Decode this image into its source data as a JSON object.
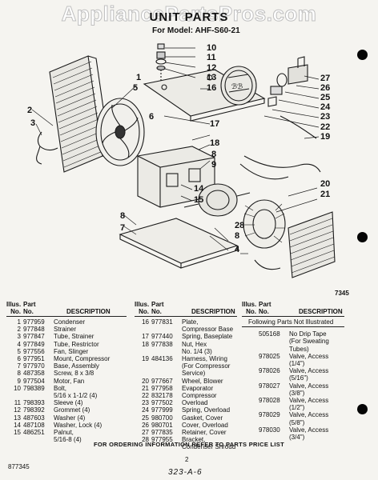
{
  "watermark": "AppliancePartsPros.com",
  "header": {
    "title": "UNIT PARTS",
    "model_line": "For Model: AHF-S60-21"
  },
  "callouts": [
    "1",
    "2",
    "3",
    "4",
    "5",
    "6",
    "7",
    "8",
    "8",
    "8",
    "9",
    "10",
    "11",
    "12",
    "13",
    "14",
    "15",
    "16",
    "17",
    "18",
    "19",
    "20",
    "21",
    "22",
    "23",
    "24",
    "25",
    "26",
    "27",
    "28"
  ],
  "figure_code": "7345",
  "columns": {
    "illus": "Illus.",
    "no": "No.",
    "part": "Part",
    "part_no": "No.",
    "description": "DESCRIPTION"
  },
  "table1": [
    {
      "illus": "1",
      "part": "977959",
      "desc": "Condenser"
    },
    {
      "illus": "2",
      "part": "977848",
      "desc": "Strainer"
    },
    {
      "illus": "3",
      "part": "977847",
      "desc": "Tube, Strainer"
    },
    {
      "illus": "4",
      "part": "977849",
      "desc": "Tube, Restrictor"
    },
    {
      "illus": "5",
      "part": "977556",
      "desc": "Fan, Slinger"
    },
    {
      "illus": "6",
      "part": "977951",
      "desc": "Mount, Compressor"
    },
    {
      "illus": "7",
      "part": "977970",
      "desc": "Base, Assembly"
    },
    {
      "illus": "8",
      "part": "487358",
      "desc": "Screw, 8 x 3/8"
    },
    {
      "illus": "9",
      "part": "977504",
      "desc": "Motor, Fan"
    },
    {
      "illus": "10",
      "part": "798389",
      "desc": "Bolt,"
    },
    {
      "illus": "",
      "part": "",
      "desc": "5/16 x 1-1/2 (4)"
    },
    {
      "illus": "11",
      "part": "798393",
      "desc": "Sleeve (4)"
    },
    {
      "illus": "12",
      "part": "798392",
      "desc": "Grommet (4)"
    },
    {
      "illus": "13",
      "part": "487603",
      "desc": "Washer (4)"
    },
    {
      "illus": "14",
      "part": "487108",
      "desc": "Washer, Lock (4)"
    },
    {
      "illus": "15",
      "part": "486251",
      "desc": "Palnut,"
    },
    {
      "illus": "",
      "part": "",
      "desc": "5/16-8 (4)"
    }
  ],
  "table2": [
    {
      "illus": "16",
      "part": "977831",
      "desc": "Plate,"
    },
    {
      "illus": "",
      "part": "",
      "desc": "Compressor Base"
    },
    {
      "illus": "17",
      "part": "977440",
      "desc": "Spring, Baseplate"
    },
    {
      "illus": "18",
      "part": "977838",
      "desc": "Nut, Hex"
    },
    {
      "illus": "",
      "part": "",
      "desc": "No. 1/4 (3)"
    },
    {
      "illus": "19",
      "part": "484136",
      "desc": "Harness, Wiring"
    },
    {
      "illus": "",
      "part": "",
      "desc": "(For Compressor"
    },
    {
      "illus": "",
      "part": "",
      "desc": "Service)"
    },
    {
      "illus": "20",
      "part": "977667",
      "desc": "Wheel, Blower"
    },
    {
      "illus": "21",
      "part": "977958",
      "desc": "Evaporator"
    },
    {
      "illus": "22",
      "part": "832178",
      "desc": "Compressor"
    },
    {
      "illus": "23",
      "part": "977502",
      "desc": "Overload"
    },
    {
      "illus": "24",
      "part": "977999",
      "desc": "Spring, Overload"
    },
    {
      "illus": "25",
      "part": "980700",
      "desc": "Gasket, Cover"
    },
    {
      "illus": "26",
      "part": "980701",
      "desc": "Cover, Overload"
    },
    {
      "illus": "27",
      "part": "977835",
      "desc": "Retainer, Cover"
    },
    {
      "illus": "28",
      "part": "977955",
      "desc": "Bracket,"
    },
    {
      "illus": "",
      "part": "",
      "desc": "Condenser Shroud"
    }
  ],
  "table3_heading": "Following Parts Not Illustrated",
  "table3": [
    {
      "part": "505168",
      "desc": "No Drip Tape"
    },
    {
      "part": "",
      "desc": "(For Sweating"
    },
    {
      "part": "",
      "desc": "Tubes)"
    },
    {
      "part": "978025",
      "desc": "Valve, Access"
    },
    {
      "part": "",
      "desc": "(1/4\")"
    },
    {
      "part": "978026",
      "desc": "Valve, Access"
    },
    {
      "part": "",
      "desc": "(5/16\")"
    },
    {
      "part": "978027",
      "desc": "Valve, Access"
    },
    {
      "part": "",
      "desc": "(3/8\")"
    },
    {
      "part": "978028",
      "desc": "Valve, Access"
    },
    {
      "part": "",
      "desc": "(1/2\")"
    },
    {
      "part": "978029",
      "desc": "Valve, Access"
    },
    {
      "part": "",
      "desc": "(5/8\")"
    },
    {
      "part": "978030",
      "desc": "Valve, Access"
    },
    {
      "part": "",
      "desc": "(3/4\")"
    }
  ],
  "footer": {
    "note": "FOR ORDERING INFORMATION REFER TO PARTS PRICE LIST",
    "page": "2",
    "doc_number": "877345",
    "handwritten": "323-A-6"
  },
  "colors": {
    "ink": "#111111",
    "paper": "#f5f4f0",
    "punch": "#050505"
  }
}
